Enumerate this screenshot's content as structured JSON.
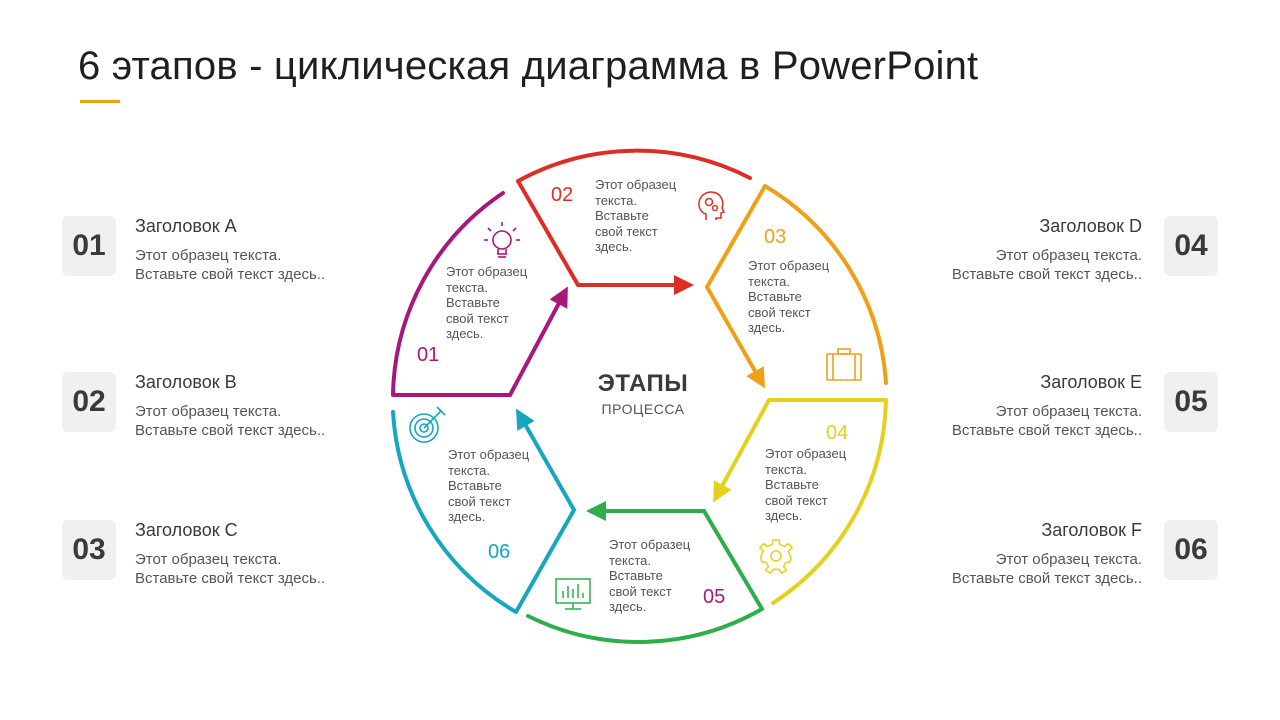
{
  "title": "6 этапов - циклическая диаграмма в PowerPoint",
  "colors": {
    "accent": "#e8a413",
    "stage1": "#a8187a",
    "stage2": "#dc2e25",
    "stage3": "#f0a017",
    "stage4": "#e5d01c",
    "stage5": "#2ead4a",
    "stage6": "#18a5c0"
  },
  "center": {
    "title": "ЭТАПЫ",
    "subtitle": "ПРОЦЕССА"
  },
  "left_items": [
    {
      "num": "01",
      "head": "Заголовок A",
      "line1": "Этот образец текста.",
      "line2": "Вставьте свой текст здесь.."
    },
    {
      "num": "02",
      "head": "Заголовок B",
      "line1": "Этот образец текста.",
      "line2": "Вставьте свой текст здесь.."
    },
    {
      "num": "03",
      "head": "Заголовок C",
      "line1": "Этот образец текста.",
      "line2": "Вставьте свой текст здесь.."
    }
  ],
  "right_items": [
    {
      "num": "04",
      "head": "Заголовок D",
      "line1": "Этот образец текста.",
      "line2": "Вставьте свой текст здесь.."
    },
    {
      "num": "05",
      "head": "Заголовок E",
      "line1": "Этот образец текста.",
      "line2": "Вставьте свой текст здесь.."
    },
    {
      "num": "06",
      "head": "Заголовок F",
      "line1": "Этот образец текста.",
      "line2": "Вставьте свой текст здесь.."
    }
  ],
  "stages": [
    {
      "num": "01",
      "lines": [
        "Этот образец",
        "текста.",
        "Вставьте",
        "свой текст",
        "здесь."
      ],
      "icon": "lightbulb-icon"
    },
    {
      "num": "02",
      "lines": [
        "Этот образец",
        "текста.",
        "Вставьте",
        "свой текст",
        "здесь."
      ],
      "icon": "head-gears-icon"
    },
    {
      "num": "03",
      "lines": [
        "Этот образец",
        "текста.",
        "Вставьте",
        "свой текст",
        "здесь."
      ],
      "icon": "briefcase-icon"
    },
    {
      "num": "04",
      "lines": [
        "Этот образец",
        "текста.",
        "Вставьте",
        "свой текст",
        "здесь."
      ],
      "icon": "gear-icon"
    },
    {
      "num": "05",
      "lines": [
        "Этот образец",
        "текста.",
        "Вставьте",
        "свой текст",
        "здесь."
      ],
      "icon": "bar-chart-monitor-icon"
    },
    {
      "num": "06",
      "lines": [
        "Этот образец",
        "текста.",
        "Вставьте",
        "свой текст",
        "здесь."
      ],
      "icon": "target-icon"
    }
  ]
}
